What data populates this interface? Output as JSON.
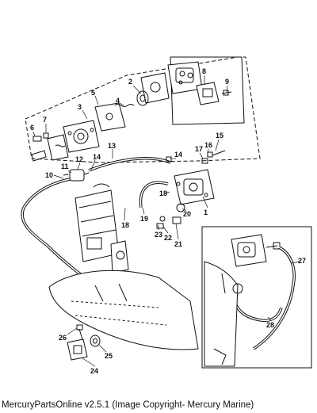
{
  "caption": "MercuryPartsOnline v2.5.1 (Image Copyright- Mercury Marine)",
  "part_callouts": [
    "1",
    "2",
    "3",
    "4",
    "5",
    "6",
    "7",
    "8",
    "9",
    "10",
    "11",
    "12",
    "13",
    "14",
    "14",
    "15",
    "16",
    "17",
    "18",
    "18",
    "19",
    "20",
    "21",
    "22",
    "23",
    "24",
    "25",
    "26",
    "27",
    "28"
  ],
  "colors": {
    "ink": "#111111",
    "paper": "#ffffff",
    "shade": "#cfcfcf"
  }
}
